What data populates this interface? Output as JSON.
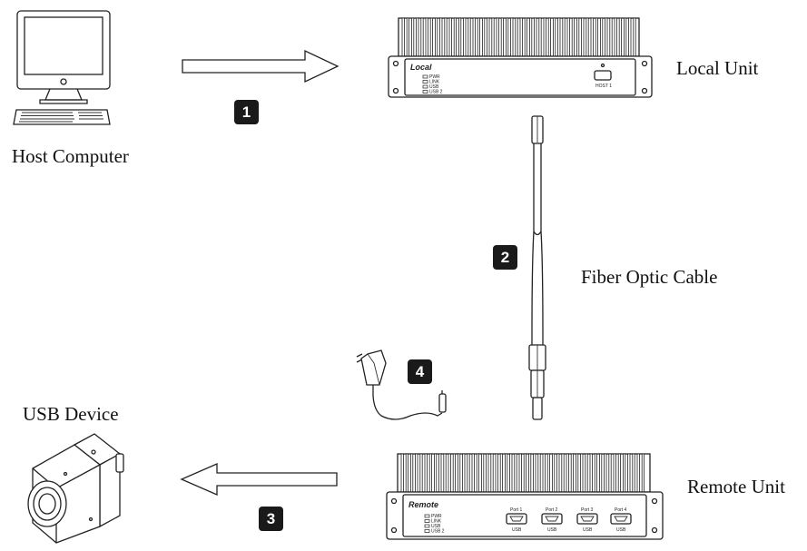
{
  "labels": {
    "host_computer": "Host Computer",
    "local_unit": "Local Unit",
    "fiber_optic_cable": "Fiber Optic Cable",
    "usb_device": "USB Device",
    "remote_unit": "Remote Unit"
  },
  "steps": [
    "1",
    "2",
    "3",
    "4"
  ],
  "local_panel": {
    "brand": "Local",
    "leds": [
      "PWR",
      "LINK",
      "USB",
      "USB 2"
    ],
    "port_label": "HOST 1"
  },
  "remote_panel": {
    "brand": "Remote",
    "leds": [
      "PWR",
      "LINK",
      "USB",
      "USB 2"
    ],
    "ports": [
      "Port 1",
      "Port 2",
      "Port 3",
      "Port 4"
    ],
    "port_sub": "USB"
  },
  "colors": {
    "badge": "#1a1a1a",
    "line": "#222222"
  }
}
